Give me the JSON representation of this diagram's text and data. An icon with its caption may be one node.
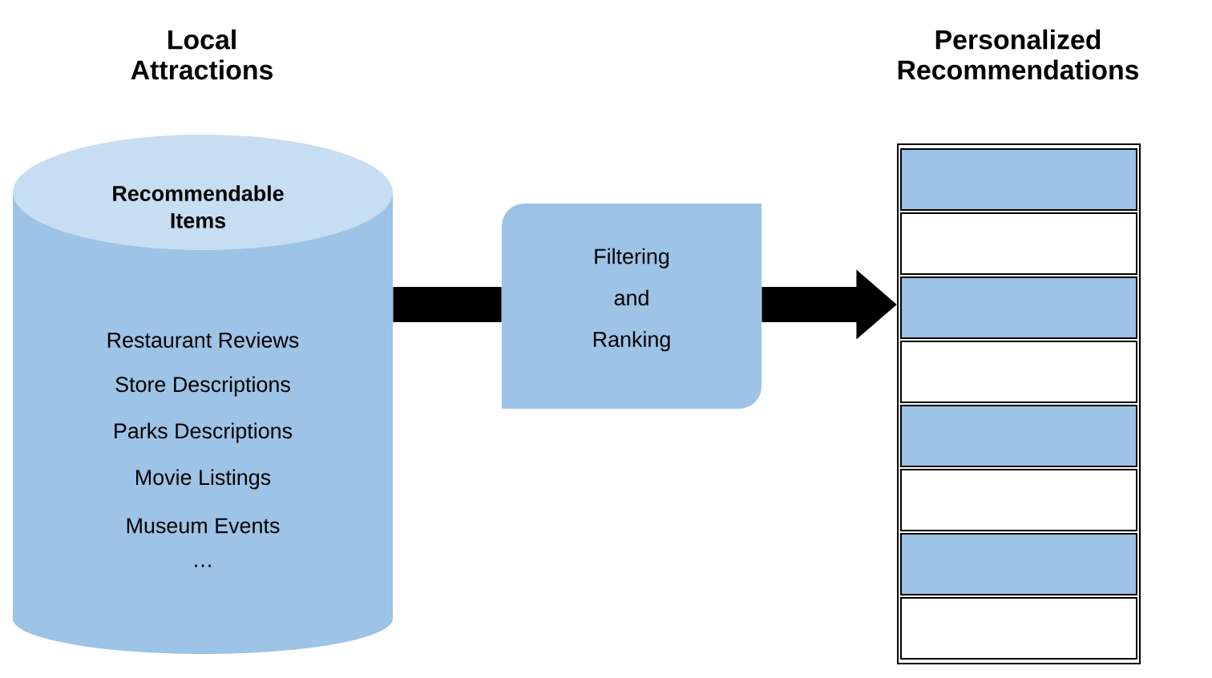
{
  "diagram": {
    "nodes": [
      {
        "text": [
          "Local Attractions",
          "Recommendable Items",
          "Restaurant Reviews",
          "Store Descriptions",
          "Parks Descriptions",
          "Movie Listings",
          "Museum Events",
          "…"
        ]
      },
      {
        "text": [
          "Filtering and Ranking"
        ]
      },
      {
        "text": [
          "Personalized Recommendations"
        ]
      },
      {
        "text": [],
        "shape": "box",
        "in": 2
      },
      {
        "text": [],
        "shape": "box",
        "in": 2
      },
      {
        "text": [],
        "shape": "box",
        "in": 2
      },
      {
        "text": [],
        "shape": "box",
        "in": 2
      },
      {
        "text": [],
        "shape": "box",
        "in": 2
      },
      {
        "text": [],
        "shape": "box",
        "in": 2
      },
      {
        "text": [],
        "shape": "box",
        "in": 2
      },
      {
        "text": [],
        "shape": "box",
        "in": 2
      }
    ],
    "edges": [
      {
        "from": 0,
        "to": 1,
        "arrow": "none"
      },
      {
        "from": 1,
        "to": 2,
        "arrow": "to"
      }
    ]
  }
}
